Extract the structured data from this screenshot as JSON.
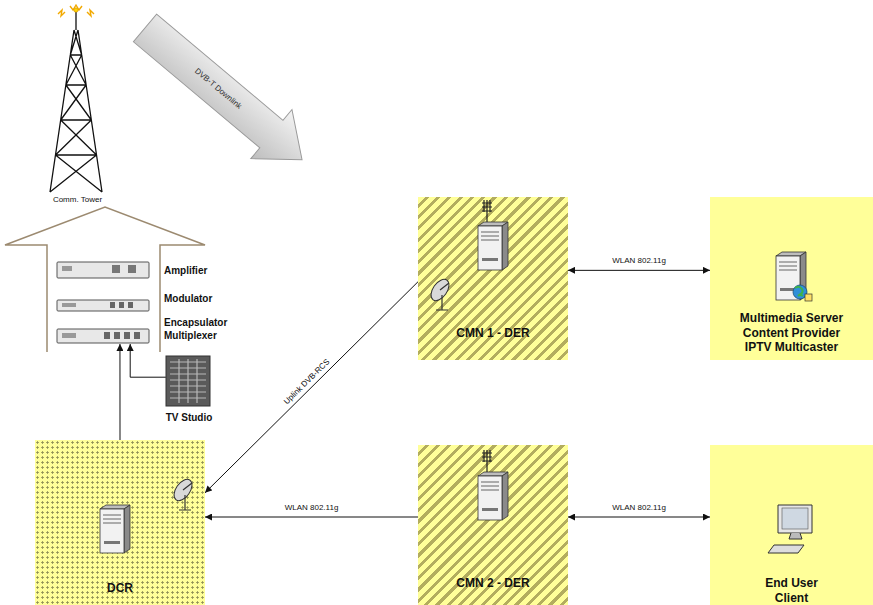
{
  "diagram": {
    "nodes": [
      {
        "text": [
          "Comm. Tower"
        ]
      },
      {
        "text": [
          "Amplifier"
        ]
      },
      {
        "text": [
          "Modulator"
        ]
      },
      {
        "text": [
          "Encapsulator Multiplexer"
        ]
      },
      {
        "text": [
          "CMN 1 - DER"
        ]
      },
      {
        "text": [
          "Multimedia Server",
          "Content Provider",
          "IPTV Multicaster"
        ]
      },
      {
        "text": [
          "TV Studio"
        ]
      },
      {
        "text": [
          "DCR"
        ]
      },
      {
        "text": [
          "CMN 2 - DER"
        ]
      },
      {
        "text": [
          "End User Client"
        ]
      }
    ],
    "edges": [
      {
        "from": 4,
        "to": 5,
        "label": "WLAN 802.11g",
        "arrow": "both"
      },
      {
        "from": 4,
        "to": 7,
        "label": "Uplink DVB-RCS",
        "arrow": "to"
      },
      {
        "from": 8,
        "to": 7,
        "label": "WLAN 802.11g",
        "arrow": "to"
      },
      {
        "from": 8,
        "to": 9,
        "label": "WLAN 802.11g",
        "arrow": "both"
      },
      {
        "from": 6,
        "to": 3,
        "arrow": "to"
      },
      {
        "from": 7,
        "to": 3,
        "arrow": "to"
      }
    ],
    "labels": [
      "DVB-T Downlink"
    ]
  }
}
